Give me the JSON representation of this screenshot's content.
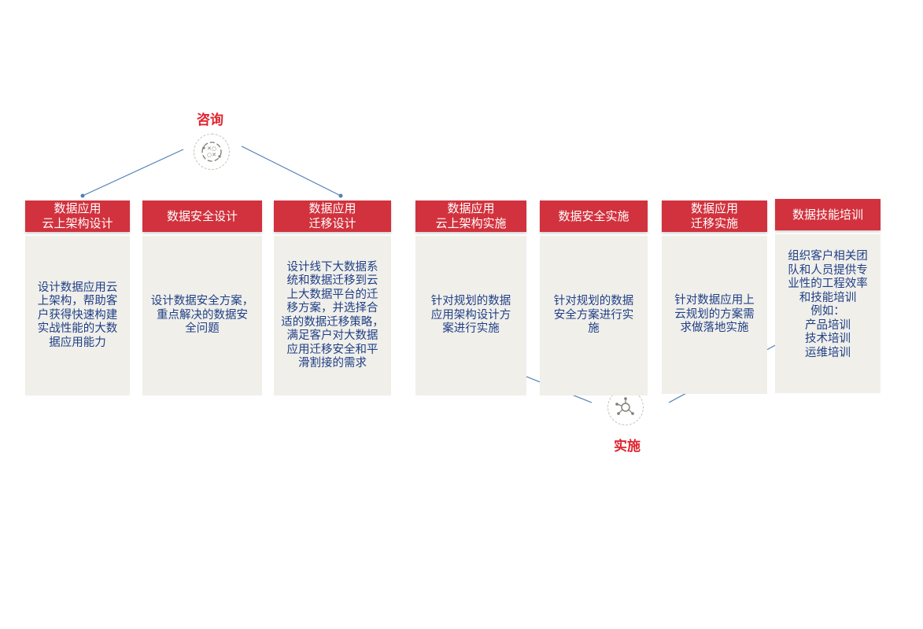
{
  "groups": {
    "consult": {
      "label": "咨询",
      "icon": "consult-icon"
    },
    "implement": {
      "label": "实施",
      "icon": "implement-icon"
    }
  },
  "cards": [
    {
      "title": "数据应用\n云上架构设计",
      "body": "设计数据应用云\n上架构，帮助客\n户获得快速构建\n实战性能的大数\n据应用能力"
    },
    {
      "title": "数据安全设计",
      "body": "设计数据安全方案，\n重点解决的数据安\n全问题"
    },
    {
      "title": "数据应用\n迁移设计",
      "body": "设计线下大数据系\n统和数据迁移到云\n上大数据平台的迁\n移方案，并选择合\n适的数据迁移策略，\n满足客户对大数据\n应用迁移安全和平\n滑割接的需求"
    },
    {
      "title": "数据应用\n云上架构实施",
      "body": "针对规划的数据\n应用架构设计方\n案进行实施"
    },
    {
      "title": "数据安全实施",
      "body": "针对规划的数据\n安全方案进行实\n施"
    },
    {
      "title": "数据应用\n迁移实施",
      "body": "针对数据应用上\n云规划的方案需\n求做落地实施"
    },
    {
      "title": "数据技能培训",
      "body": "组织客户相关团\n队和人员提供专\n业性的工程效率\n和技能培训\n例如：\n产品培训\n技术培训\n运维培训"
    }
  ],
  "colors": {
    "accent_red": "#e0242f",
    "header_red": "#d1323d",
    "body_bg": "#f0efea",
    "body_text": "#1f3f86",
    "connector": "#4f7fb3"
  }
}
